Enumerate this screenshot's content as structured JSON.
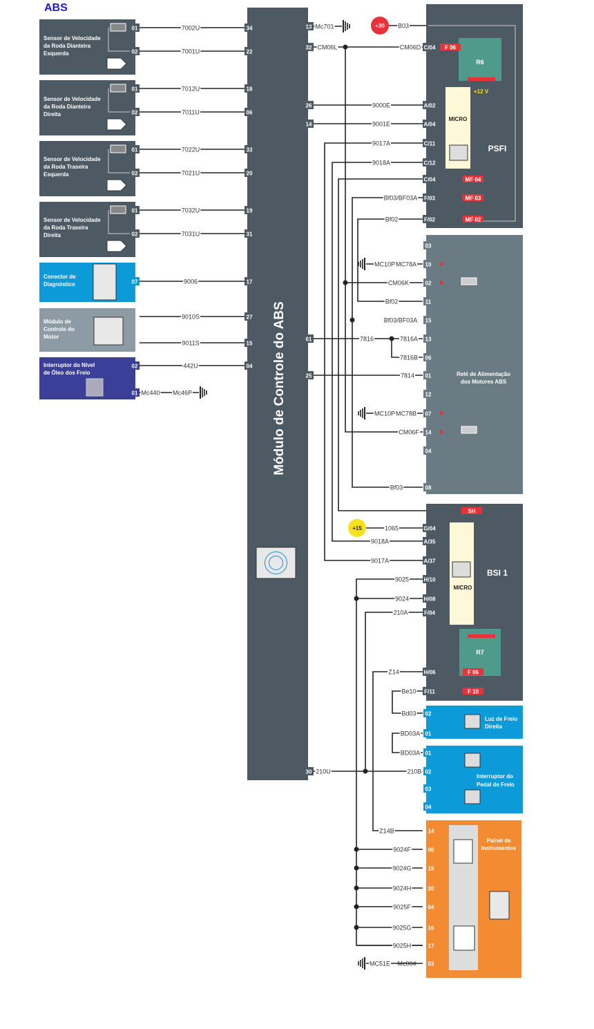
{
  "title": "ABS",
  "colors": {
    "dark_block": "#4e5a63",
    "relay_block": "#6b7b84",
    "blue_block": "#0c9ad8",
    "motor_block": "#8d9ba4",
    "purple_block": "#3b3f98",
    "orange_block": "#f28b32",
    "wire": "#222222",
    "fuse_red": "#e8323a",
    "relay_green": "#4f9a8a",
    "micro_yellow": "#fdf8d8",
    "plus30": "#e8323a",
    "plus15": "#f6e11c",
    "title_blue": "#1a1ad6"
  },
  "central_module": {
    "label": "Módulo de Controle do ABS"
  },
  "left_components": [
    {
      "name": "Sensor de Velocidade da Roda Dianteira Esquerda",
      "lines": [
        "Sensor de Velocidade",
        "da Roda Dianteira",
        "Esquerda"
      ],
      "wires": [
        {
          "pin": "01",
          "wire": "7002U",
          "module_pin": "34"
        },
        {
          "pin": "02",
          "wire": "7001U",
          "module_pin": "22"
        }
      ]
    },
    {
      "name": "Sensor de Velocidade da Roda Dianteira Direita",
      "lines": [
        "Sensor de Velocidade",
        "da Roda Dianteira",
        "Direita"
      ],
      "wires": [
        {
          "pin": "01",
          "wire": "7012U",
          "module_pin": "18"
        },
        {
          "pin": "02",
          "wire": "7011U",
          "module_pin": "06"
        }
      ]
    },
    {
      "name": "Sensor de Velocidade da Roda Traseira Esquerda",
      "lines": [
        "Sensor de Velocidade",
        "da Roda Traseira",
        "Esquerda"
      ],
      "wires": [
        {
          "pin": "01",
          "wire": "7022U",
          "module_pin": "33"
        },
        {
          "pin": "02",
          "wire": "7021U",
          "module_pin": "20"
        }
      ]
    },
    {
      "name": "Sensor de Velocidade da Roda Traseira Direita",
      "lines": [
        "Sensor de Velocidade",
        "da Roda Traseira",
        "Direita"
      ],
      "wires": [
        {
          "pin": "01",
          "wire": "7032U",
          "module_pin": "19"
        },
        {
          "pin": "02",
          "wire": "7031U",
          "module_pin": "31"
        }
      ]
    },
    {
      "name": "Conector de Diagnóstico",
      "lines": [
        "Conector de",
        "Diagnóstico"
      ],
      "wires": [
        {
          "pin": "07",
          "wire": "9006",
          "module_pin": "17"
        }
      ]
    },
    {
      "name": "Módulo de Controle do Motor",
      "lines": [
        "Módulo de",
        "Controle do",
        "Motor"
      ],
      "wires": [
        {
          "pin": "",
          "wire": "9010S",
          "module_pin": "27"
        },
        {
          "pin": "",
          "wire": "9011S",
          "module_pin": "15"
        }
      ]
    },
    {
      "name": "Interruptor do Nível de Óleo dos Freio",
      "lines": [
        "Interruptor do Nível",
        "de Óleo dos Freio"
      ],
      "wires": [
        {
          "pin": "02",
          "wire": "442U",
          "module_pin": "04"
        },
        {
          "pin": "01",
          "wire": "Mc440",
          "ground": "Mc46P"
        }
      ]
    }
  ],
  "right_wires": {
    "w13": {
      "module_pin": "13",
      "wire": "Mc701"
    },
    "plus30": {
      "label": "+30",
      "wire": "B03"
    },
    "w32": {
      "module_pin": "32",
      "wire_left": "CM06L",
      "wire_right": "CM06D",
      "pin": "C/04",
      "fuse": "F 06"
    },
    "w26": {
      "module_pin": "26",
      "wire": "9000E",
      "pin": "A/02"
    },
    "w14": {
      "module_pin": "14",
      "wire": "9001E",
      "pin": "A/04"
    },
    "w9017": {
      "wire": "9017A",
      "pin": "C/11"
    },
    "w9018": {
      "wire": "9018A",
      "pin": "C/12"
    },
    "wc04": {
      "pin": "C/04",
      "fuse": "MF 04"
    },
    "wf03": {
      "wire": "Bf03/BF03A",
      "pin": "F/03",
      "fuse": "MF 03"
    },
    "wf02": {
      "wire": "Bf02",
      "pin": "F/02",
      "fuse": "MF 02"
    }
  },
  "psfi": {
    "name": "PSFI",
    "relay": "R6",
    "micro": "MICRO",
    "voltage": "+12 V"
  },
  "relay_block": {
    "name_lines": [
      "Relé de Alimentação",
      "dos Motores ABS"
    ],
    "pins": [
      {
        "pin": "03",
        "wire": ""
      },
      {
        "pin": "10",
        "wire": "MC78A",
        "ground": "MC10P"
      },
      {
        "pin": "02",
        "wire": "CM06K"
      },
      {
        "pin": "11",
        "wire": "Bf02"
      },
      {
        "pin": "15",
        "wire": "Bf03/BF03A"
      },
      {
        "pin": "13",
        "wire": "7816A"
      },
      {
        "pin": "06",
        "wire": "7816B"
      },
      {
        "pin": "01",
        "wire": "7814"
      },
      {
        "pin": "12",
        "wire": ""
      },
      {
        "pin": "07",
        "wire": "MC78B",
        "ground": "MC10P"
      },
      {
        "pin": "14",
        "wire": "CM06F"
      },
      {
        "pin": "04",
        "wire": ""
      },
      {
        "pin": "08",
        "wire": "Bf03"
      }
    ],
    "module_01": {
      "module_pin": "01",
      "wire": "7816"
    },
    "module_25": {
      "module_pin": "25",
      "wire": "7814"
    }
  },
  "bsi": {
    "name": "BSI 1",
    "relay": "R7",
    "micro": "MICRO",
    "sh": "SH",
    "plus15": {
      "label": "+15",
      "wire": "1065",
      "pin": "G/04"
    },
    "pins": [
      {
        "pin": "A/35",
        "wire": "9018A"
      },
      {
        "pin": "A/37",
        "wire": "9017A"
      },
      {
        "pin": "H/10",
        "wire": "9025"
      },
      {
        "pin": "H/08",
        "wire": "9024"
      },
      {
        "pin": "F/04",
        "wire": "210A"
      },
      {
        "pin": "H/06",
        "wire": "Z14",
        "fuse": "F 06"
      },
      {
        "pin": "F/11",
        "wire": "Be10",
        "fuse": "F 10"
      }
    ]
  },
  "brake_light": {
    "name_lines": [
      "Luz de Freio",
      "Direita"
    ],
    "pins": [
      {
        "pin": "02",
        "wire": "Bd03"
      },
      {
        "pin": "01",
        "wire": "BD03A"
      }
    ]
  },
  "brake_pedal": {
    "name_lines": [
      "Interruptor do",
      "Pedal de Freio"
    ],
    "pins": [
      {
        "pin": "01",
        "wire": "BD03A"
      },
      {
        "pin": "02",
        "wire": "210B"
      },
      {
        "pin": "03",
        "wire": ""
      },
      {
        "pin": "04",
        "wire": ""
      }
    ],
    "module_30": {
      "module_pin": "30",
      "wire": "210U"
    }
  },
  "cluster": {
    "name_lines": [
      "Painel de",
      "Instrumentos"
    ],
    "pins": [
      {
        "pin": "14",
        "wire": "Z14B"
      },
      {
        "pin": "06",
        "wire": "9024F"
      },
      {
        "pin": "19",
        "wire": "9024G"
      },
      {
        "pin": "20",
        "wire": "9024H"
      },
      {
        "pin": "04",
        "wire": "9025F"
      },
      {
        "pin": "16",
        "wire": "9025G"
      },
      {
        "pin": "17",
        "wire": "9025H"
      },
      {
        "pin": "03",
        "wire": "Mc004",
        "ground": "MC51E"
      }
    ]
  }
}
